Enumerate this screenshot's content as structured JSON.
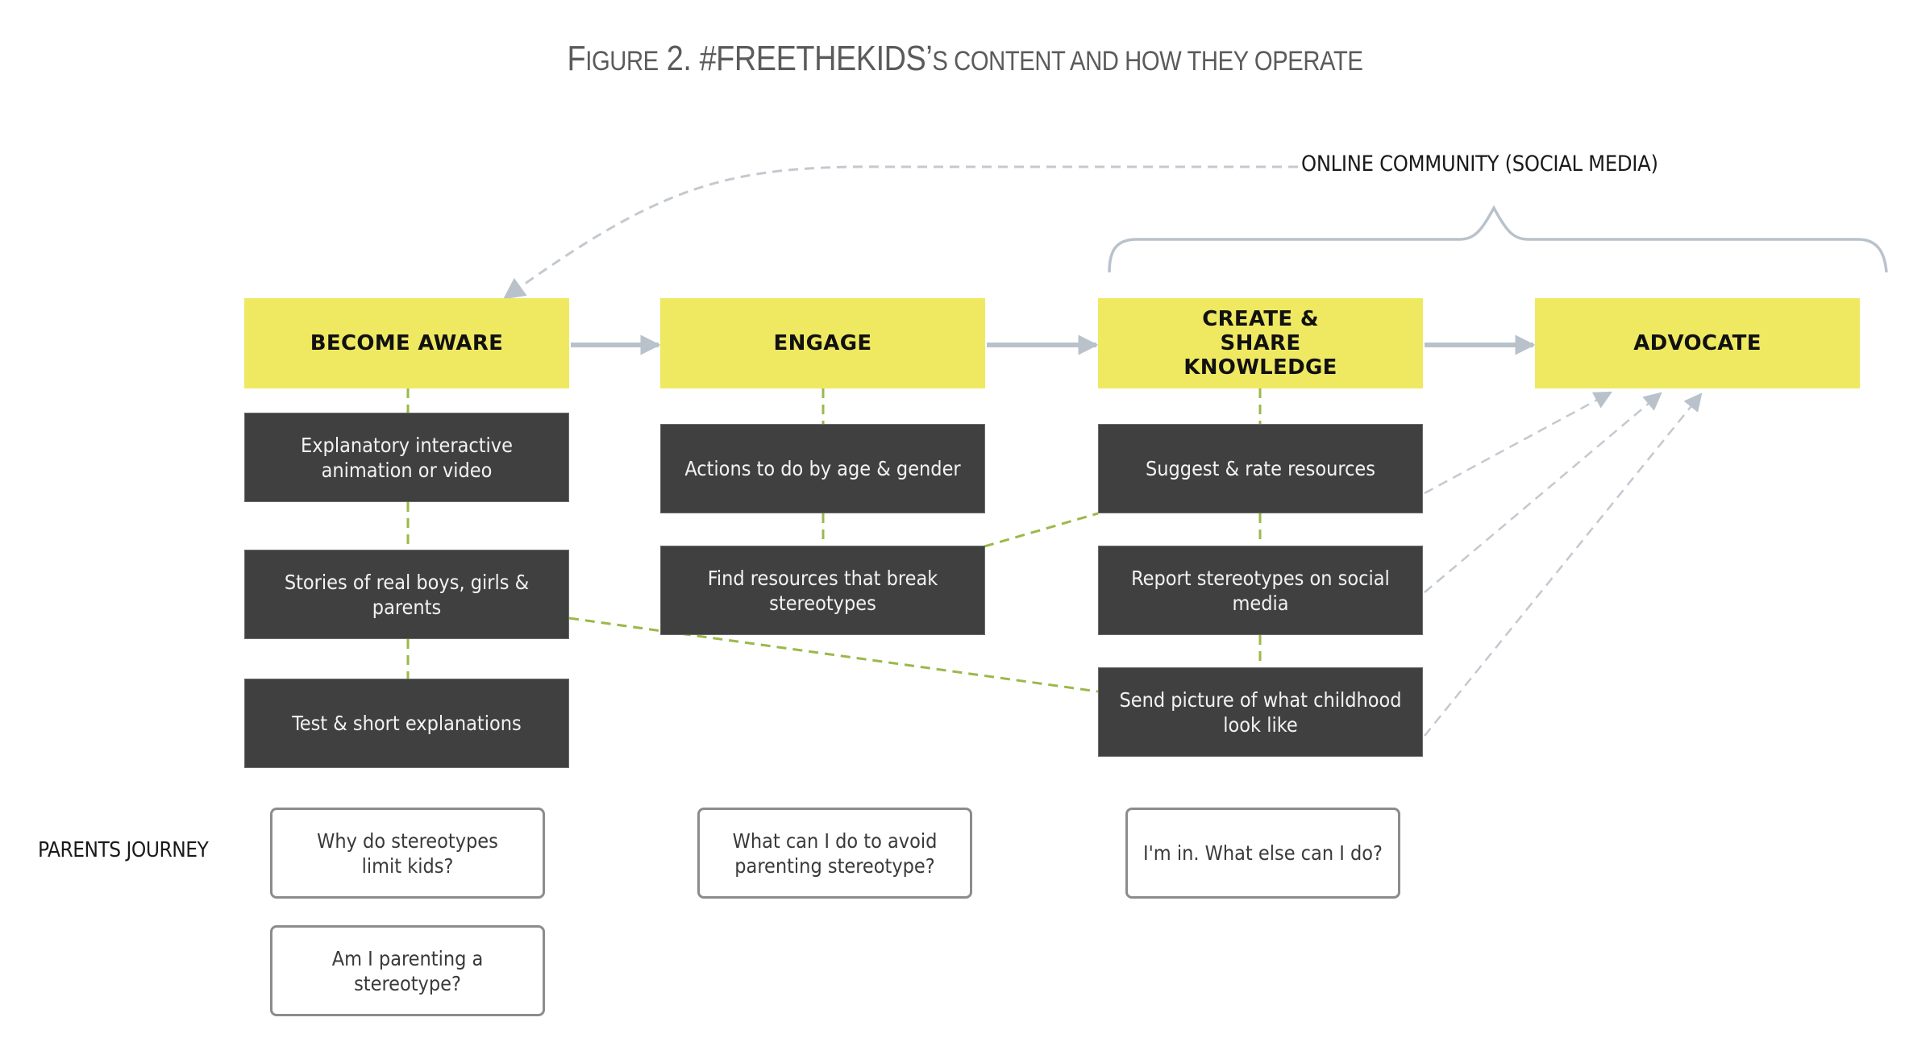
{
  "figure": {
    "title_prefix_big": "F",
    "title_prefix_small": "IGURE",
    "title_number": " 2. #FREETHEKIDS",
    "title_apostrophe": "’",
    "title_rest": "S CONTENT AND HOW THEY OPERATE"
  },
  "community": {
    "label": "ONLINE COMMUNITY (SOCIAL MEDIA)"
  },
  "stages": [
    {
      "label": "BECOME AWARE",
      "actions": [
        "Explanatory interactive animation or video",
        "Stories of real boys, girls & parents",
        "Test & short explanations"
      ],
      "questions": [
        "Why do stereotypes limit kids?",
        "Am I parenting a stereotype?"
      ]
    },
    {
      "label": "ENGAGE",
      "actions": [
        "Actions to do by age & gender",
        "Find resources that break stereotypes"
      ],
      "questions": [
        "What can I do to avoid parenting stereotype?"
      ]
    },
    {
      "label": "CREATE & SHARE KNOWLEDGE",
      "actions": [
        "Suggest & rate resources",
        "Report stereotypes on social media",
        "Send picture of what childhood look like"
      ],
      "questions": [
        "I'm in. What else can I do?"
      ]
    },
    {
      "label": "ADVOCATE",
      "actions": [],
      "questions": []
    }
  ],
  "parents_journey": {
    "label": "PARENTS JOURNEY"
  },
  "colors": {
    "stage_fill": "#efe962",
    "action_fill": "#404040",
    "flow_arrow": "#b9c2cb",
    "link_dash": "#9bb84a",
    "question_border": "#8c8c8c"
  }
}
